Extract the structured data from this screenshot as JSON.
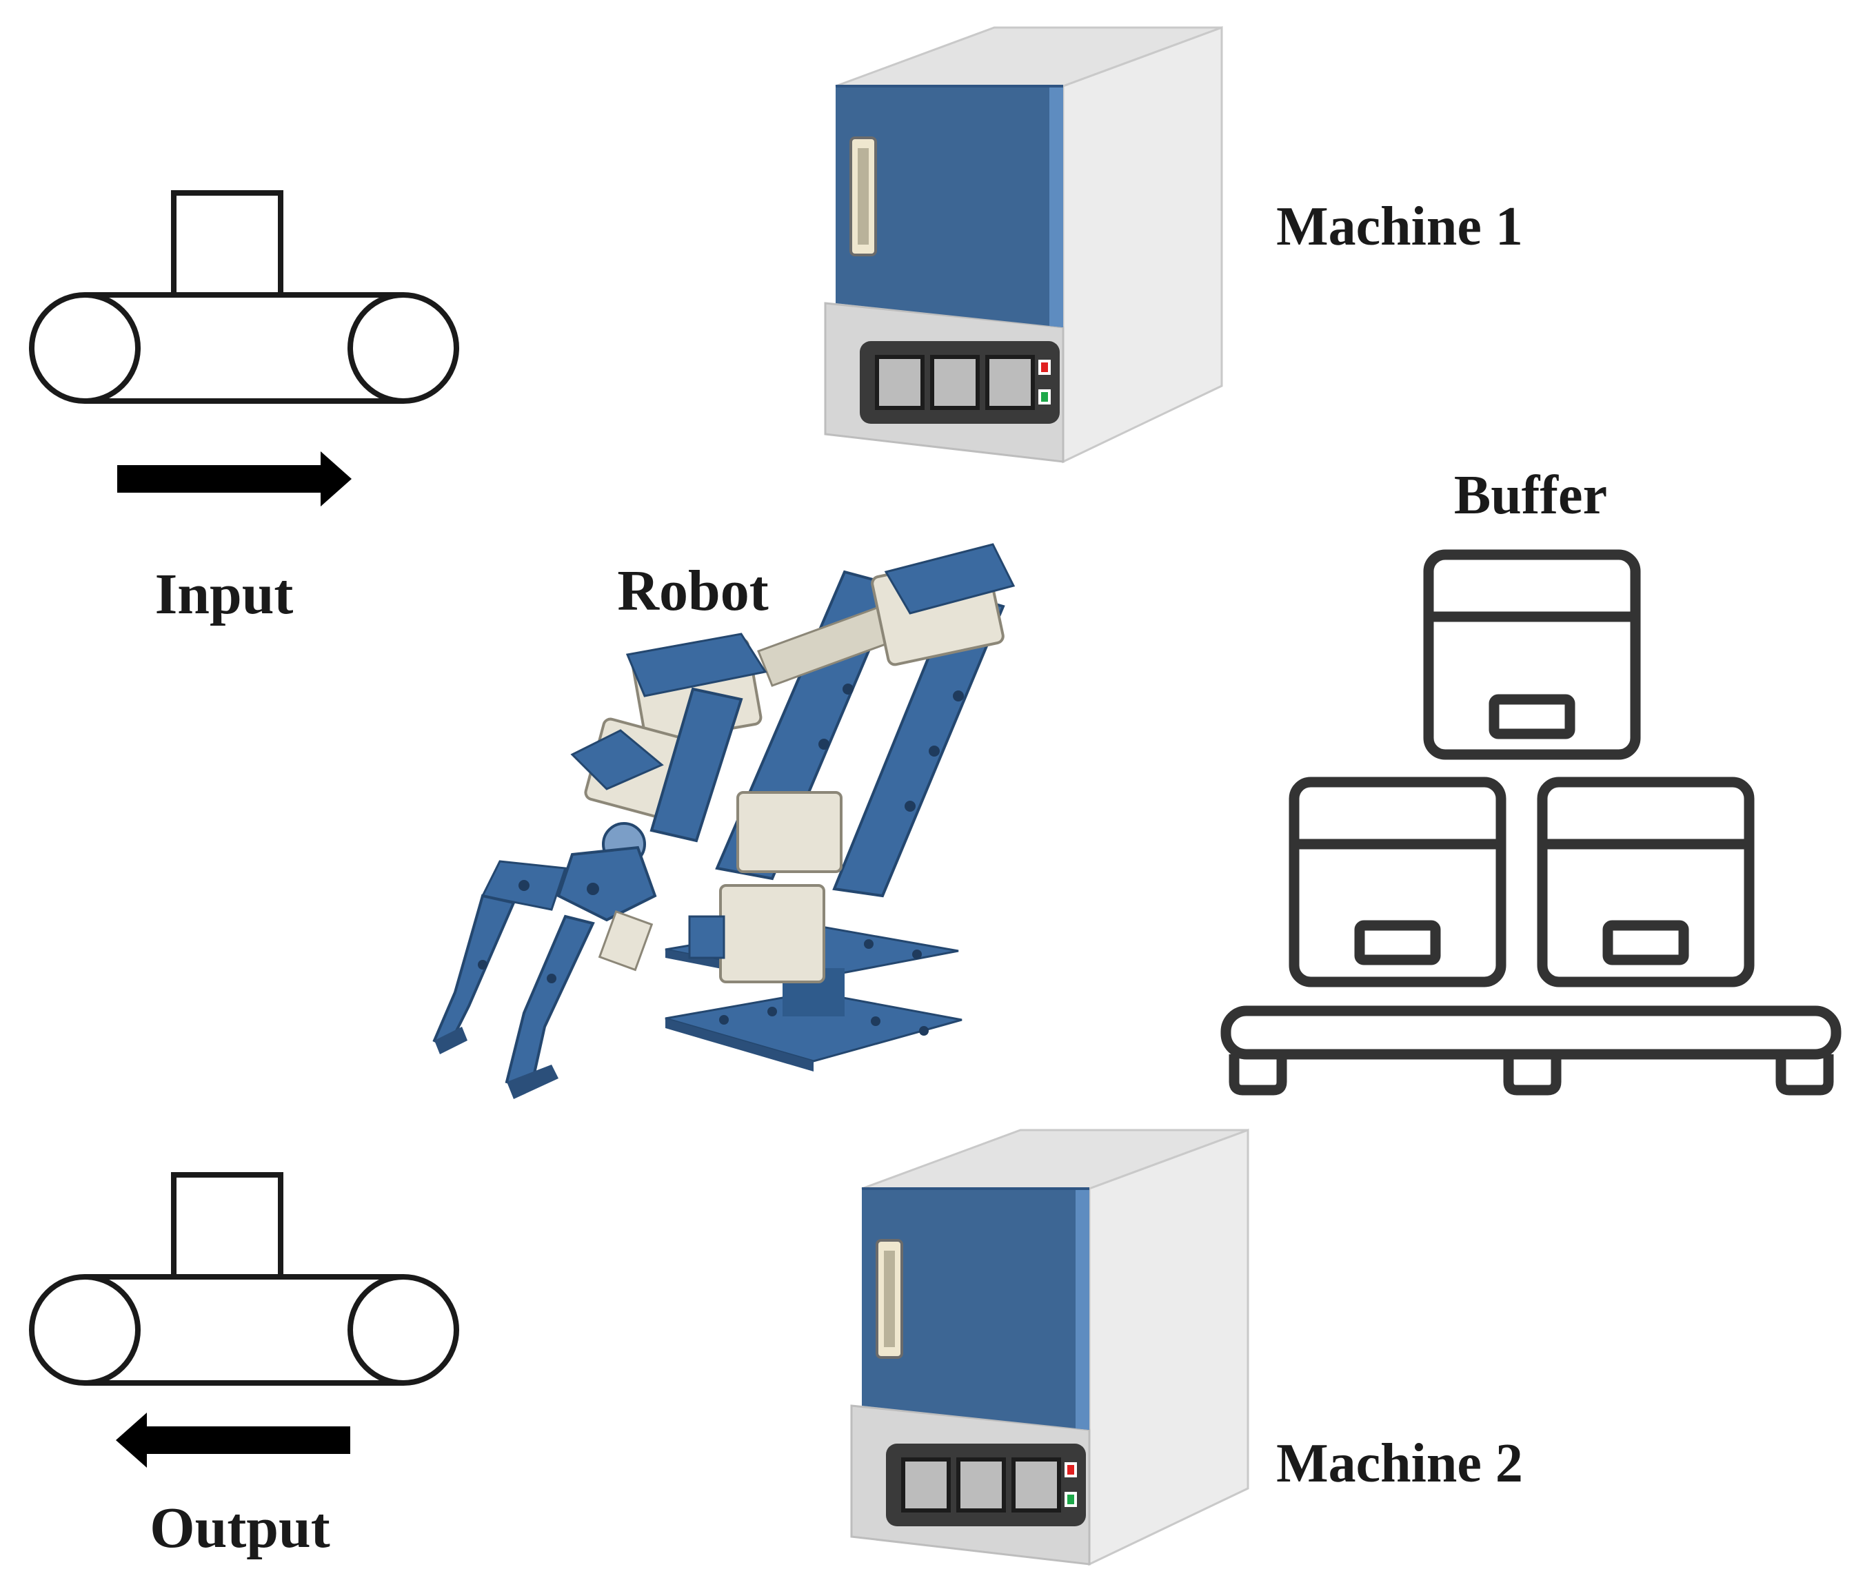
{
  "labels": {
    "input": "Input",
    "output": "Output",
    "robot": "Robot",
    "machine1": "Machine 1",
    "machine2": "Machine 2",
    "buffer": "Buffer"
  },
  "colors": {
    "machine_door": "#3d6694",
    "machine_door_edge": "#2f5583",
    "machine_body_top": "#e3e3e3",
    "machine_body_side": "#ededed",
    "machine_body_front": "#d3d3d3",
    "control_panel": "#3a3a3a",
    "led_red": "#e02020",
    "led_green": "#1ea84a",
    "robot_blue": "#3b6aa0",
    "robot_servo": "#e7e3d6",
    "outline": "#1a1a1a"
  },
  "icons": {
    "input_conveyor": "conveyor-belt-icon",
    "output_conveyor": "conveyor-belt-icon",
    "input_arrow": "arrow-right-icon",
    "output_arrow": "arrow-left-icon",
    "machine": "industrial-oven-icon",
    "robot": "robot-arm-icon",
    "buffer": "stacked-boxes-pallet-icon"
  }
}
